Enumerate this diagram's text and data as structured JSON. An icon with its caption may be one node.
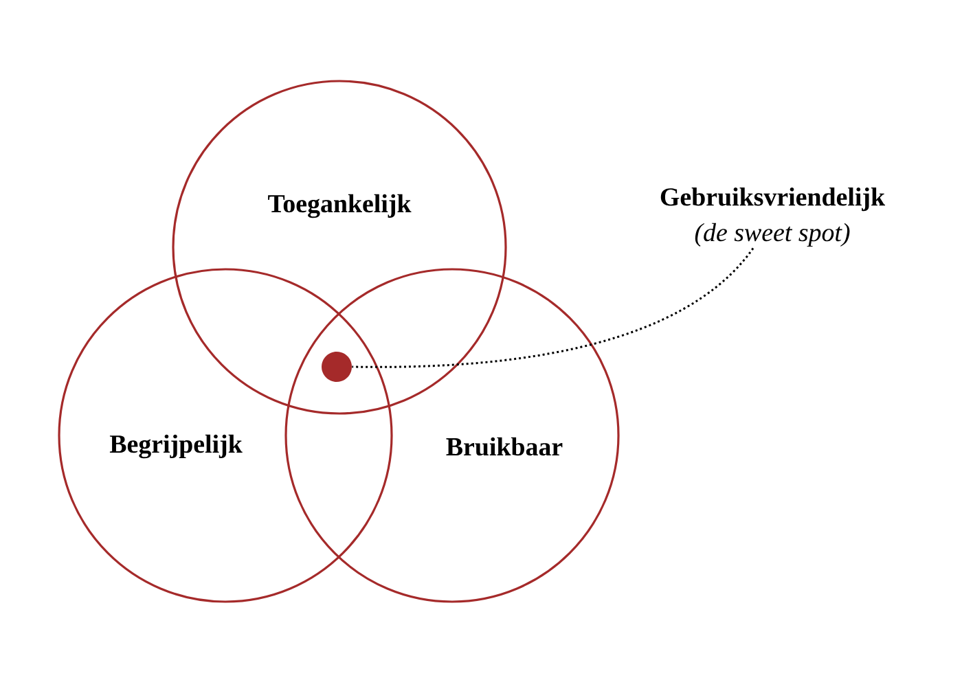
{
  "diagram": {
    "nodes": [
      {
        "text": [
          "Toegankelijk"
        ]
      },
      {
        "text": [
          "Begrijpelijk"
        ]
      },
      {
        "text": [
          "Bruikbaar"
        ]
      },
      {
        "text": [],
        "shape": "circle"
      },
      {
        "text": [
          "Gebruiksvriendelijk",
          "(de sweet spot)"
        ]
      }
    ],
    "edges": [
      {
        "from": 4,
        "to": 3,
        "arrow": "none",
        "style": "dashed"
      }
    ]
  }
}
